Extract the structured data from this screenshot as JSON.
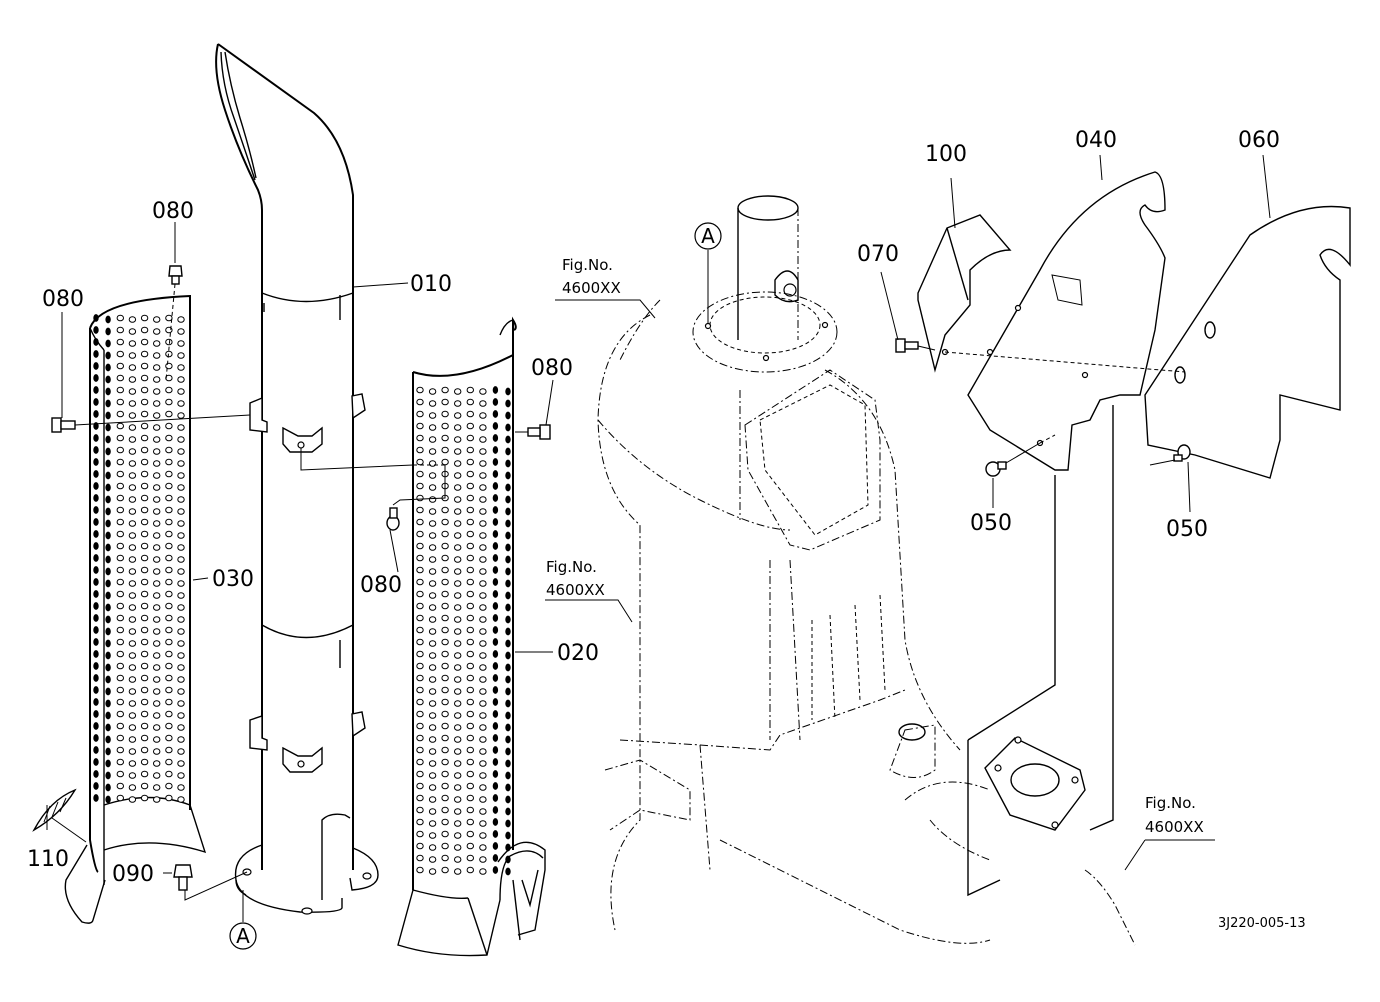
{
  "diagram": {
    "type": "exploded-parts-diagram",
    "subject": "Exhaust pipe / muffler cover assembly",
    "document_id": "3J220-005-13",
    "callouts": [
      {
        "id": "c010",
        "label": "010",
        "part": "Exhaust pipe"
      },
      {
        "id": "c020",
        "label": "020",
        "part": "Perforated cover (right)"
      },
      {
        "id": "c030",
        "label": "030",
        "part": "Perforated cover (left)"
      },
      {
        "id": "c040",
        "label": "040",
        "part": "Heat shield plate"
      },
      {
        "id": "c050a",
        "label": "050",
        "part": "Bolt"
      },
      {
        "id": "c050b",
        "label": "050",
        "part": "Bolt"
      },
      {
        "id": "c060",
        "label": "060",
        "part": "Cover plate"
      },
      {
        "id": "c070",
        "label": "070",
        "part": "Bolt"
      },
      {
        "id": "c080a",
        "label": "080",
        "part": "Bolt"
      },
      {
        "id": "c080b",
        "label": "080",
        "part": "Bolt"
      },
      {
        "id": "c080c",
        "label": "080",
        "part": "Bolt"
      },
      {
        "id": "c080d",
        "label": "080",
        "part": "Bolt"
      },
      {
        "id": "c090",
        "label": "090",
        "part": "Bolt"
      },
      {
        "id": "c100",
        "label": "100",
        "part": "Bracket"
      },
      {
        "id": "c110",
        "label": "110",
        "part": "Tip / deflector"
      }
    ],
    "reference_marks": [
      {
        "id": "refA1",
        "letter": "A"
      },
      {
        "id": "refA2",
        "letter": "A"
      }
    ],
    "figure_references": [
      {
        "id": "fig1",
        "line1": "Fig.No.",
        "line2": "4600XX"
      },
      {
        "id": "fig2",
        "line1": "Fig.No.",
        "line2": "4600XX"
      },
      {
        "id": "fig3",
        "line1": "Fig.No.",
        "line2": "4600XX"
      }
    ]
  }
}
